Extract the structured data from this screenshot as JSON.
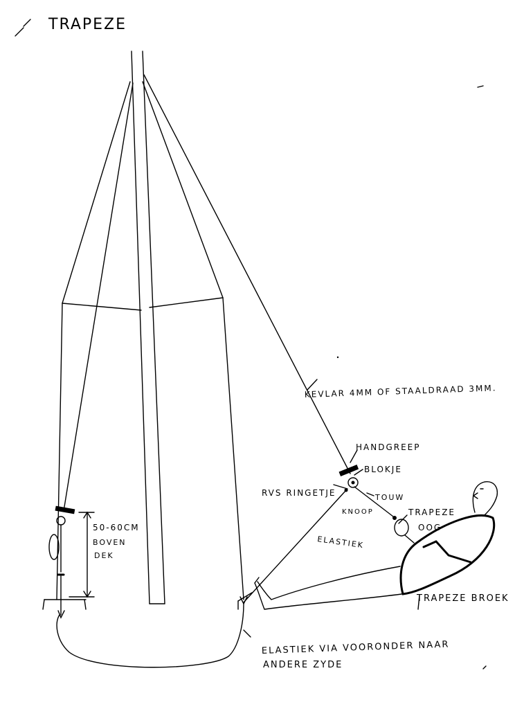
{
  "title": "TRAPEZE",
  "labels": {
    "kevlar": "KEVLAR 4MM OF STAALDRAAD 3MM.",
    "handgreep": "HANDGREEP",
    "blokje": "BLOKJE",
    "rvs_ringetje": "RVS RINGETJE",
    "touw": "TOUW",
    "knoop": "KNOOP",
    "trapeze_oog_1": "TRAPEZE",
    "trapeze_oog_2": "OOG",
    "elastiek": "ELASTIEK",
    "trapeze_broek": "TRAPEZE BROEK",
    "height_1": "50-60CM",
    "height_2": "BOVEN",
    "height_3": "DEK",
    "elastiek_route_1": "ELASTIEK VIA VOORONDER NAAR",
    "elastiek_route_2": "ANDERE ZYDE"
  }
}
